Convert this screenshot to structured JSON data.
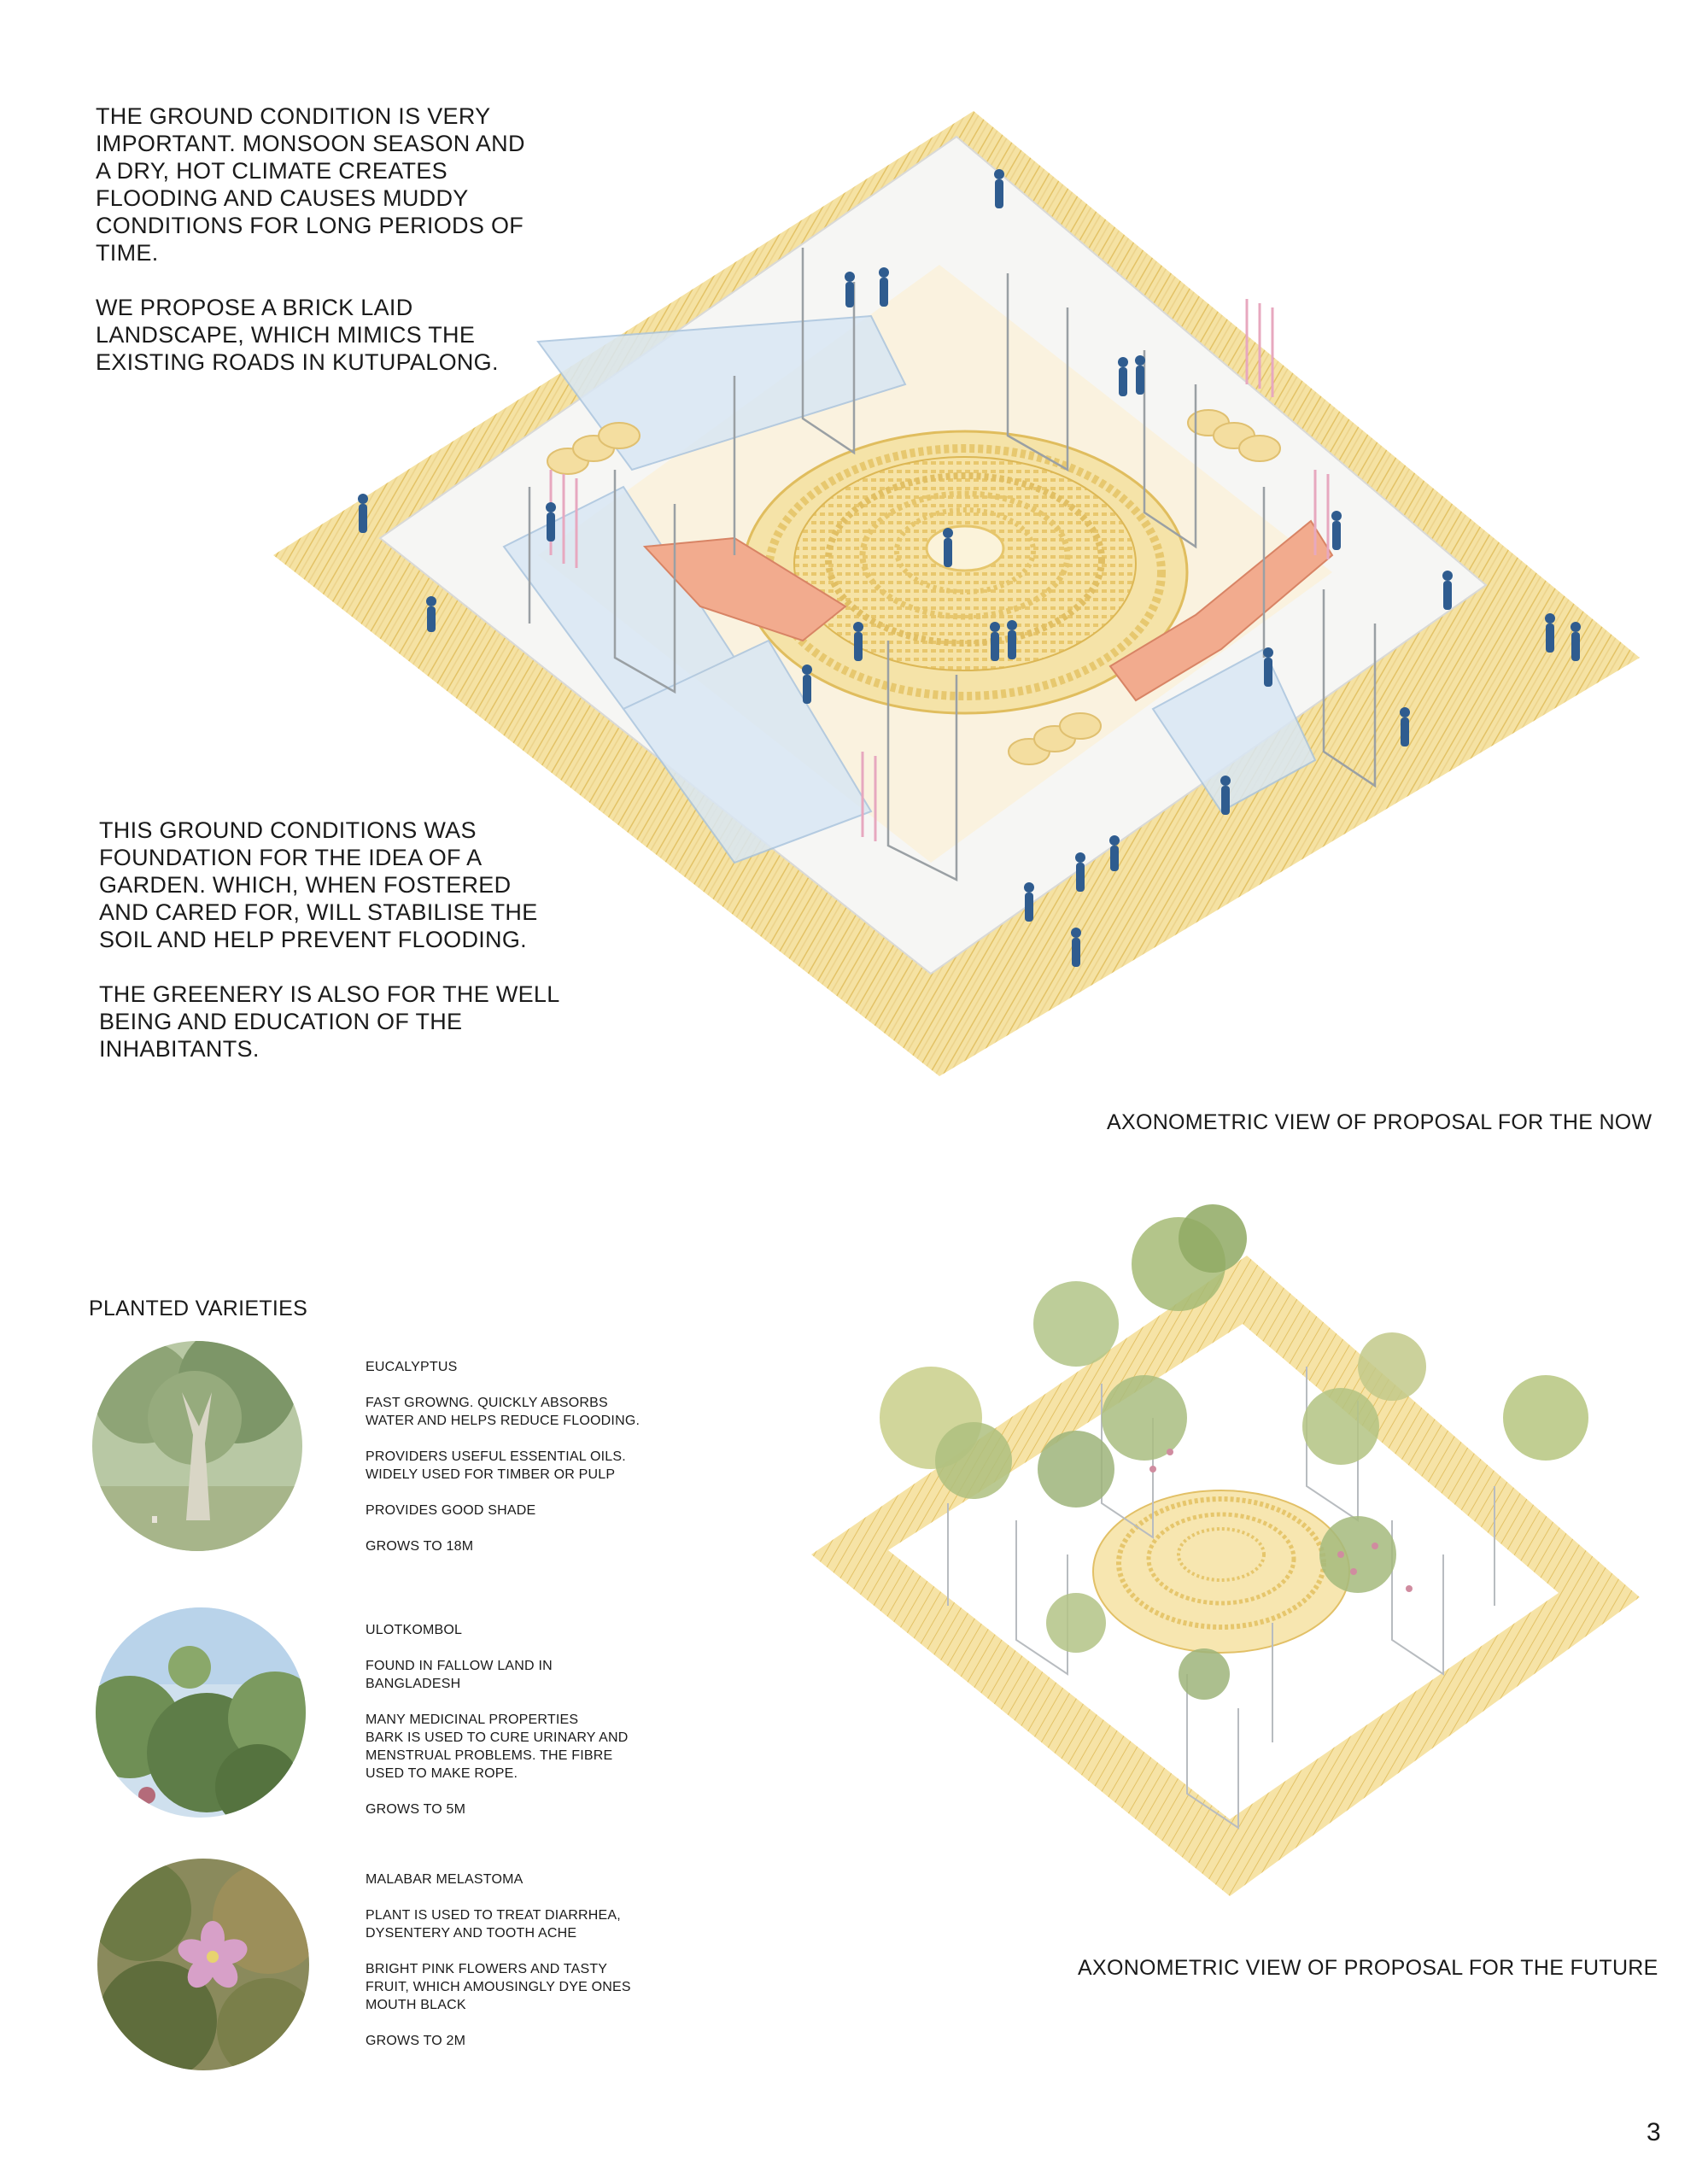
{
  "intro": {
    "para1": "THE GROUND CONDITION IS VERY\nIMPORTANT. MONSOON SEASON AND\nA DRY, HOT CLIMATE CREATES\nFLOODING AND CAUSES MUDDY\nCONDITIONS FOR LONG PERIODS OF\nTIME.",
    "para2": "WE PROPOSE A BRICK LAID\nLANDSCAPE, WHICH MIMICS THE\nEXISTING ROADS IN KUTUPALONG."
  },
  "foundation": {
    "para1": "THIS GROUND CONDITIONS WAS\nFOUNDATION FOR THE IDEA OF A\nGARDEN. WHICH, WHEN FOSTERED\nAND CARED FOR, WILL STABILISE THE\nSOIL AND HELP PREVENT FLOODING.",
    "para2": "THE GREENERY IS ALSO FOR THE WELL\nBEING AND EDUCATION OF THE\nINHABITANTS."
  },
  "captions": {
    "now": "AXONOMETRIC VIEW OF PROPOSAL FOR THE NOW",
    "future": "AXONOMETRIC VIEW OF PROPOSAL FOR THE FUTURE"
  },
  "planted": {
    "title": "PLANTED VARIETIES",
    "items": [
      {
        "name": "EUCALYPTUS",
        "lines": [
          "FAST GROWNG. QUICKLY ABSORBS\nWATER AND HELPS REDUCE FLOODING.",
          "PROVIDERS USEFUL ESSENTIAL OILS.\nWIDELY USED FOR TIMBER  OR PULP",
          "PROVIDES GOOD SHADE",
          "GROWS TO 18M"
        ]
      },
      {
        "name": "ULOTKOMBOL",
        "lines": [
          "FOUND IN FALLOW LAND IN\nBANGLADESH",
          "MANY MEDICINAL PROPERTIES\nBARK IS USED TO CURE URINARY AND\nMENSTRUAL PROBLEMS.  THE FIBRE\nUSED TO MAKE ROPE.",
          "GROWS  TO 5M"
        ]
      },
      {
        "name": "MALABAR MELASTOMA",
        "lines": [
          "PLANT IS USED TO TREAT DIARRHEA,\nDYSENTERY AND TOOTH ACHE",
          "BRIGHT PINK FLOWERS AND TASTY\nFRUIT, WHICH AMOUSINGLY DYE ONES\nMOUTH BLACK",
          "GROWS TO 2M"
        ]
      }
    ]
  },
  "page_number": "3",
  "colors": {
    "brick": "#f3dc95",
    "brick_dark": "#e6c463",
    "platform": "#f5f5f3",
    "canopy": "#d7e6f3",
    "seat": "#f2a98c",
    "figure": "#2f5c8f",
    "tree": "#9ab86a"
  }
}
